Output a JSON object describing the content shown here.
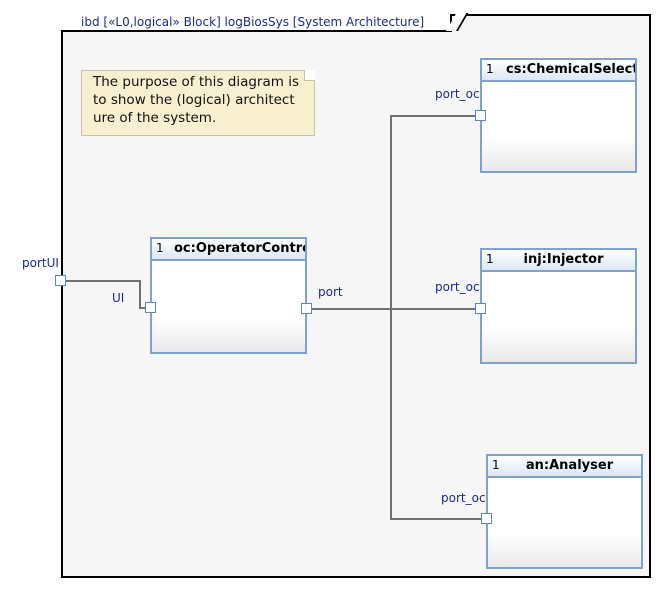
{
  "frame": {
    "header": "ibd [«L0,logical» Block] logBiosSys [System Architecture]"
  },
  "note": {
    "text": "The purpose of this diagram is to show the (logical) architecture of the system."
  },
  "parts": [
    {
      "id": "oc",
      "multiplicity": "1",
      "name": "oc:OperatorControl"
    },
    {
      "id": "cs",
      "multiplicity": "1",
      "name": "cs:ChemicalSelector"
    },
    {
      "id": "inj",
      "multiplicity": "1",
      "name": "inj:Injector"
    },
    {
      "id": "an",
      "multiplicity": "1",
      "name": "an:Analyser"
    }
  ],
  "ports": {
    "boundary": "portUI",
    "oc_ui": "UI",
    "oc_port": "port",
    "cs_port": "port_oc",
    "inj_port": "port_oc",
    "an_port": "port_oc"
  },
  "colors": {
    "part_border": "#7ea2cc",
    "port_border": "#5d88b8",
    "connector": "#707070",
    "label_text": "#1c2a8c",
    "note_fill": "#f7efcf"
  }
}
